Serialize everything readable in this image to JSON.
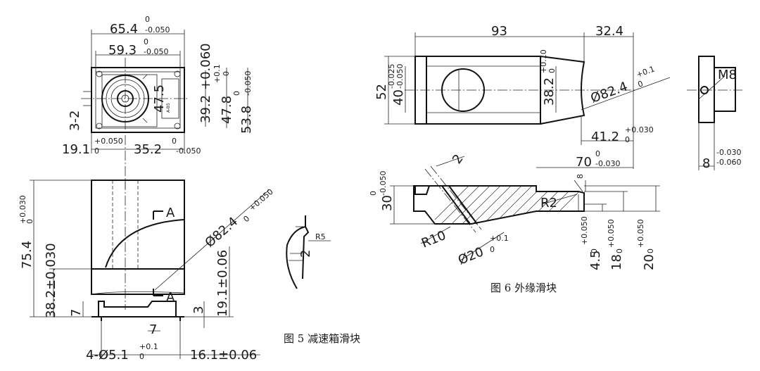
{
  "fig5": {
    "caption": "图 5  减速箱滑块",
    "dims": {
      "w_top": "65.4",
      "w_top_tol_u": "0",
      "w_top_tol_l": "-0.050",
      "w_mid": "59.3",
      "w_mid_tol_u": "0",
      "w_mid_tol_l": "-0.050",
      "h_39": "39.2",
      "h_39_tol": "+0.060",
      "h_47_8": "47.8",
      "h_47_8_tol_u": "+0.1",
      "h_47_8_tol_l": "0",
      "h_53_8": "53.8",
      "h_53_8_tol_u": "0",
      "h_53_8_tol_l": "-0.050",
      "d_47_5": "47.5",
      "d_3_2": "3-2",
      "x_19_1": "19.1",
      "x_19_1_tol_u": "+0.050",
      "x_19_1_tol_l": "0",
      "x_35_2": "35.2",
      "x_35_2_tol_u": "0",
      "x_35_2_tol_l": "-0.050",
      "h_75_4": "75.4",
      "h_75_4_tol_u": "+0.030",
      "h_75_4_tol_l": "0",
      "h_38_2": "38.2±0.030",
      "h_19_1": "19.1±0.06",
      "dia_82_4": "Ø82.4",
      "dia_82_4_tol_u": "+0.050",
      "dia_82_4_tol_l": "0",
      "d_7_left": "7",
      "d_3": "3",
      "d_7_bottom": "7",
      "holes": "4-Ø5.1",
      "holes_tol_u": "+0.1",
      "holes_tol_l": "0",
      "x_16_1": "16.1±0.06",
      "section": "A",
      "r5": "R5",
      "d_2": "2",
      "mark": "A—A"
    }
  },
  "fig6": {
    "caption": "图 6  外缘滑块",
    "dims": {
      "l_93": "93",
      "l_32_4": "32.4",
      "h_52": "52",
      "h_40": "40",
      "h_40_tol_u": "-0.025",
      "h_40_tol_l": "-0.050",
      "h_38_2": "38.2",
      "h_38_2_tol_u": "+0.10",
      "h_38_2_tol_l": "0",
      "dia_82_4": "Ø82.4",
      "dia_82_4_tol_u": "+0.1",
      "dia_82_4_tol_l": "0",
      "l_41_2": "41.2",
      "l_41_2_tol_u": "+0.030",
      "l_41_2_tol_l": "0",
      "l_70": "70",
      "l_70_tol_u": "0",
      "l_70_tol_l": "-0.030",
      "m8": "M8",
      "w_8": "8",
      "w_8_tol_u": "-0.030",
      "w_8_tol_l": "-0.060",
      "d_2": "2",
      "d_8": "8",
      "h_30": "30",
      "h_30_tol_u": "0",
      "h_30_tol_l": "-0.050",
      "r2": "R2",
      "r10": "R10",
      "dia_20": "Ø20",
      "dia_20_tol_u": "+0.1",
      "dia_20_tol_l": "0",
      "h_4_5": "4.5",
      "h_4_5_tol_u": "+0.050",
      "h_4_5_tol_l": "0",
      "h_18": "18",
      "h_18_tol_u": "+0.050",
      "h_18_tol_l": "0",
      "h_20": "20",
      "h_20_tol_u": "+0.050",
      "h_20_tol_l": "0"
    }
  }
}
